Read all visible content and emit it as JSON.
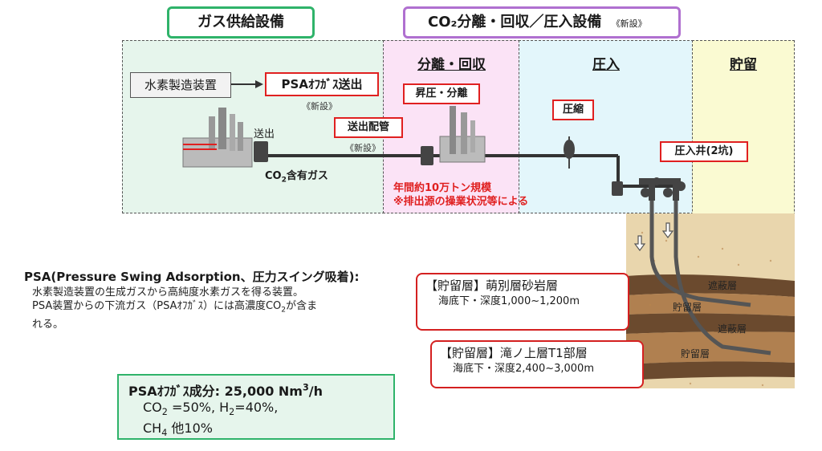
{
  "headers": {
    "gas_supply": "ガス供給設備",
    "co2_sep": "CO₂分離・回収／圧入設備",
    "co2_sep_new": "《新設》"
  },
  "zones": {
    "separation": "分離・回収",
    "injection": "圧入",
    "storage": "貯留"
  },
  "labels": {
    "hydrogen_plant": "水素製造装置",
    "psa_offgas_out": "PSAｵﾌｶﾞｽ送出",
    "new1": "《新設》",
    "send_out": "送出",
    "pipeline": "送出配管",
    "new2": "《新設》",
    "co2_gas_prefix": "CO",
    "co2_gas_sub": "2",
    "co2_gas_suffix": "含有ガス",
    "pressurize_separate": "昇圧・分離",
    "compress": "圧縮",
    "injection_wells": "圧入井(2坑)",
    "scale_line1": "年間約10万トン規模",
    "scale_line2": "※排出源の操業状況等による"
  },
  "strata": {
    "cap1": "遮蔽層",
    "res1": "貯留層",
    "cap2": "遮蔽層",
    "res2": "貯留層"
  },
  "reservoirs": [
    {
      "title": "【貯留層】萌別層砂岩層",
      "depth": "海底下・深度1,000~1,200m"
    },
    {
      "title": "【貯留層】滝ノ上層T1部層",
      "depth": "海底下・深度2,400~3,000m"
    }
  ],
  "psa_note": {
    "title": "PSA(Pressure Swing Adsorption、圧力スイング吸着):",
    "line1": "水素製造装置の生成ガスから高純度水素ガスを得る装置。",
    "line2_prefix": "PSA装置からの下流ガス（PSAｵﾌｶﾞｽ）には高濃度CO",
    "line2_sub": "2",
    "line2_suffix": "が含ま",
    "line3": "れる。"
  },
  "composition": {
    "title_prefix": "PSAｵﾌｶﾞｽ成分: 25,000 Nm",
    "title_sup": "3",
    "title_suffix": "/h",
    "co2": "CO",
    "co2_sub": "2",
    "co2_val": " =50%, H",
    "h2_sub": "2",
    "h2_val": "=40%,",
    "ch4": "CH",
    "ch4_sub": "4",
    "ch4_val": " 他10%"
  },
  "colors": {
    "gas_zone": "#e6f5ec",
    "sep_zone": "#fbe3f6",
    "inj_zone": "#e3f6fb",
    "stor_zone": "#fafad2",
    "header_green": "#2fb36a",
    "header_purple": "#b070d0",
    "accent_red": "#e02020"
  }
}
